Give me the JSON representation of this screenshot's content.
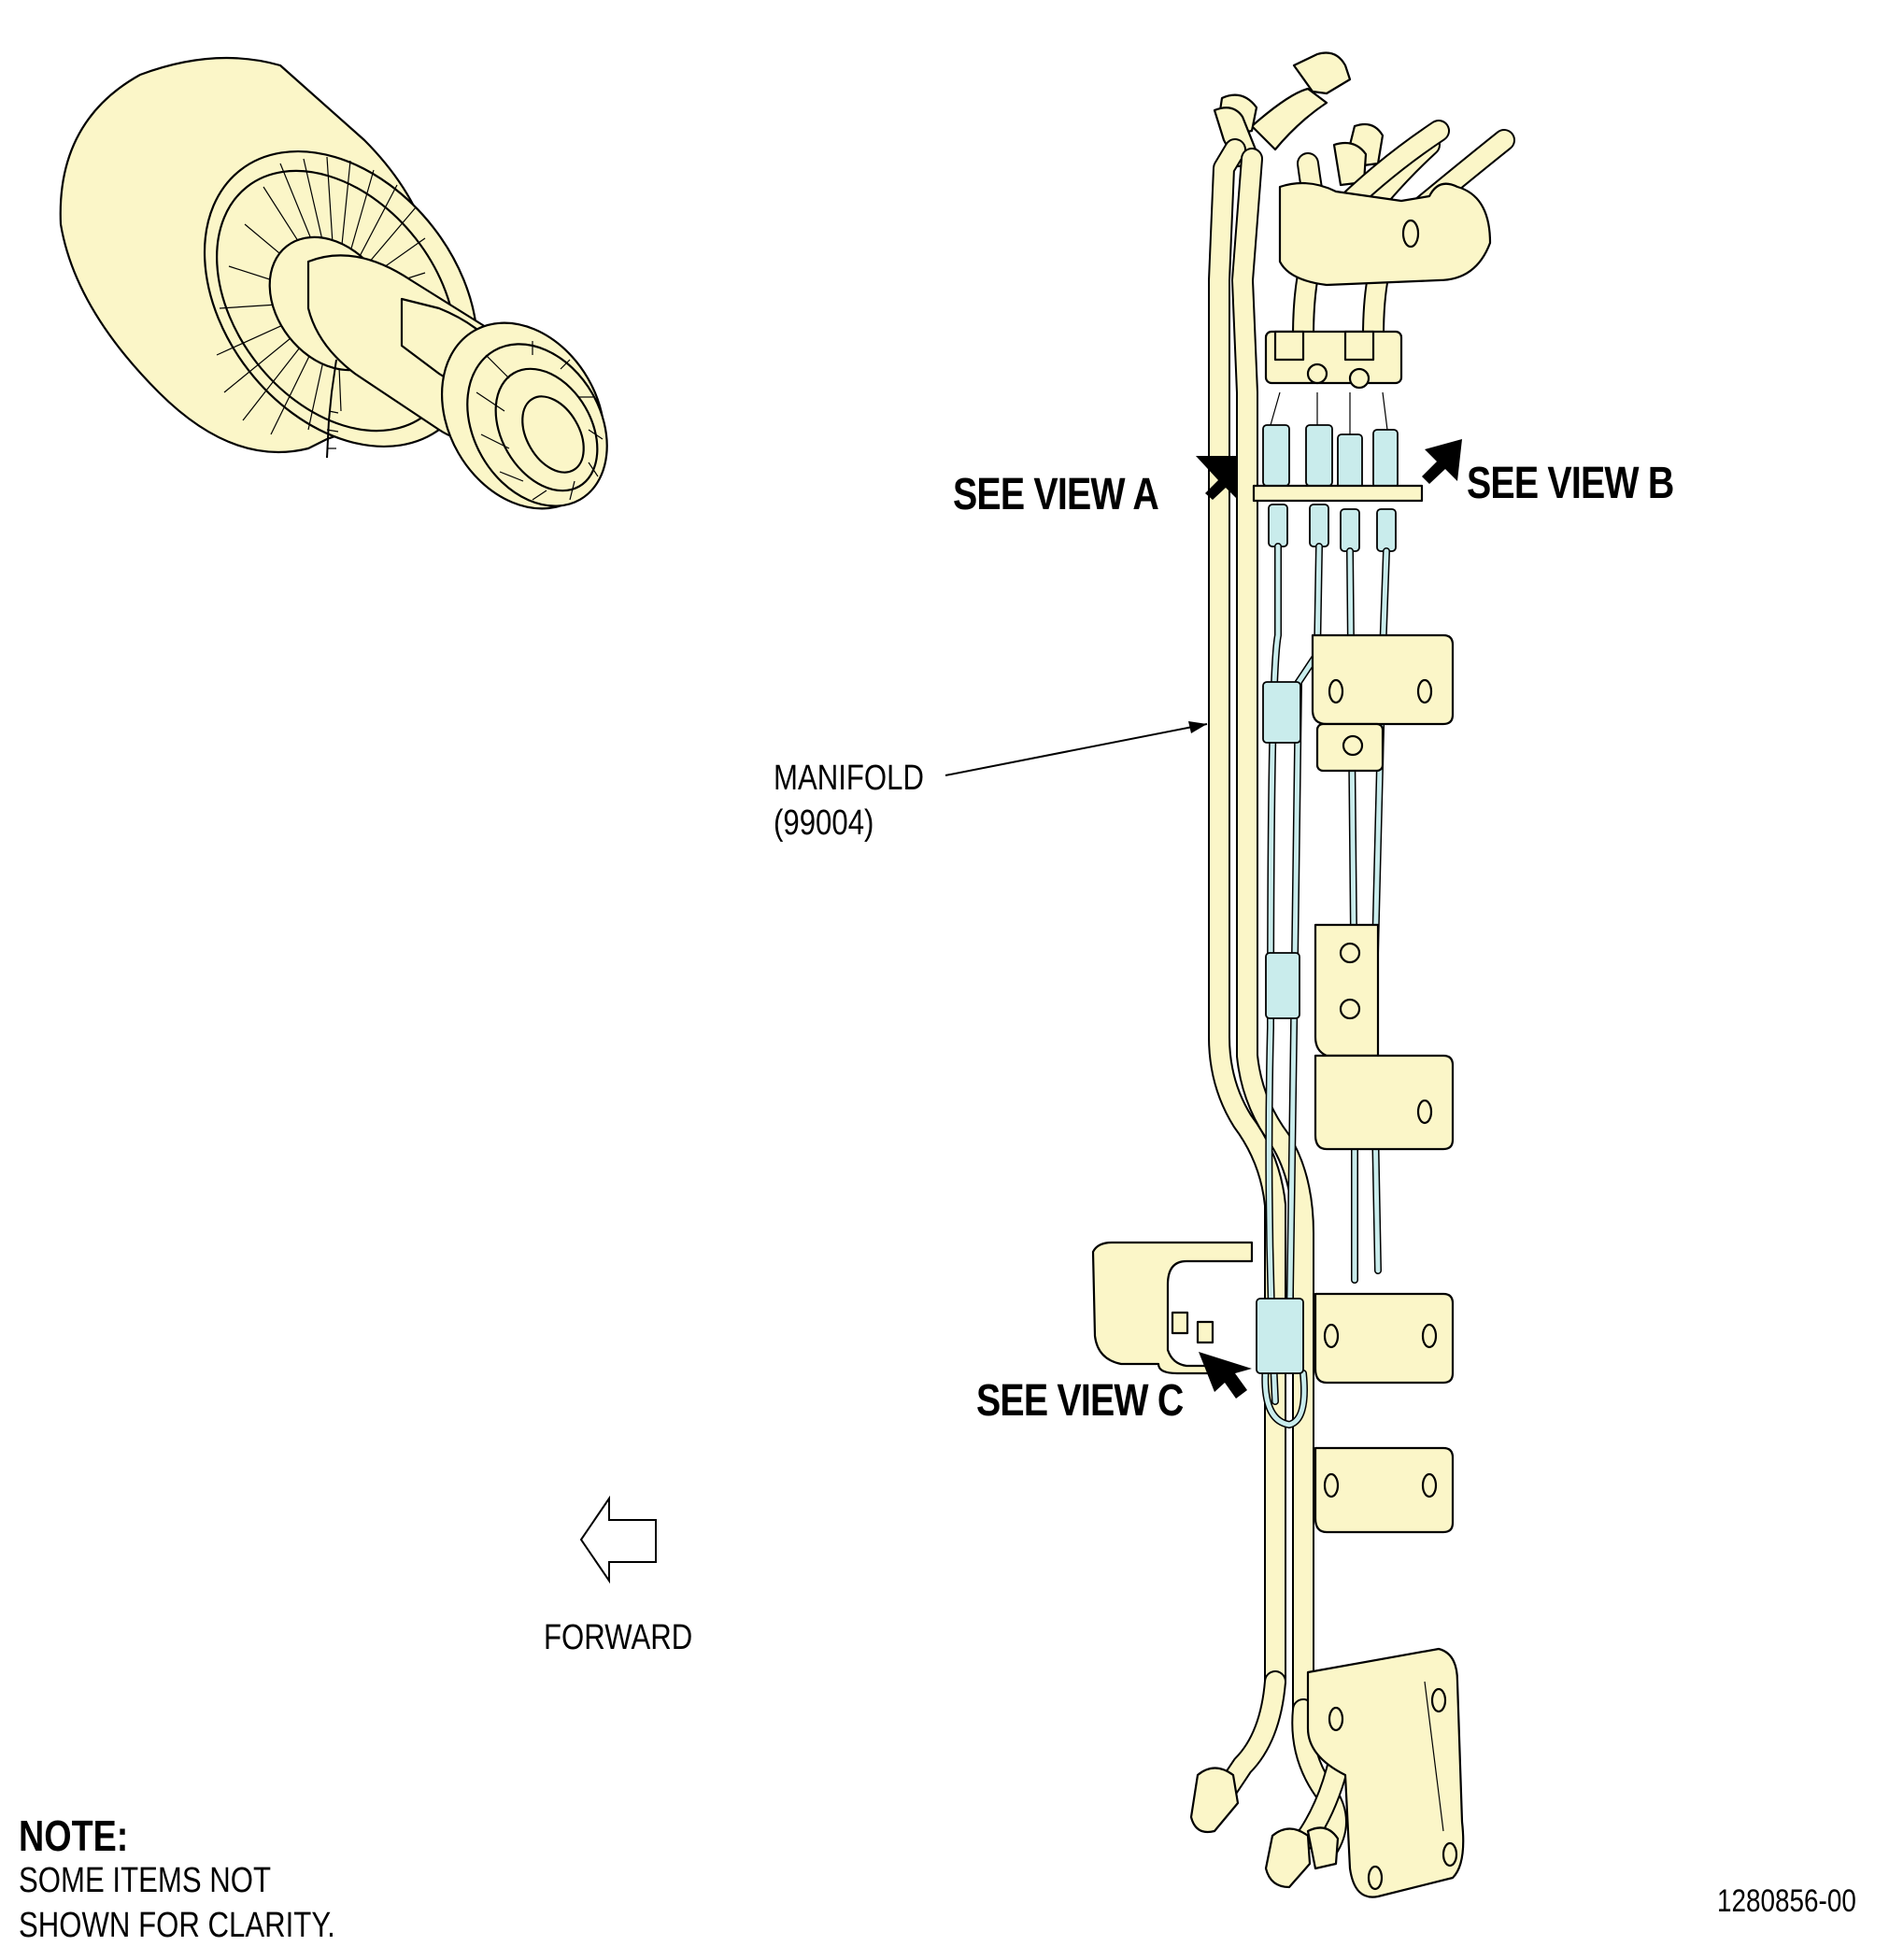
{
  "callouts": {
    "view_a": "SEE VIEW A",
    "view_b": "SEE VIEW B",
    "view_c": "SEE VIEW C"
  },
  "manifold": {
    "name": "MANIFOLD",
    "part": "(99004)"
  },
  "direction": {
    "label": "FORWARD"
  },
  "note": {
    "heading": "NOTE:",
    "line1": "SOME ITEMS NOT",
    "line2": "SHOWN FOR CLARITY."
  },
  "figure_id": "1280856-00",
  "colors": {
    "part_fill": "#fbf6c8",
    "hose_fill": "#c9ecec",
    "stroke": "#000000"
  }
}
